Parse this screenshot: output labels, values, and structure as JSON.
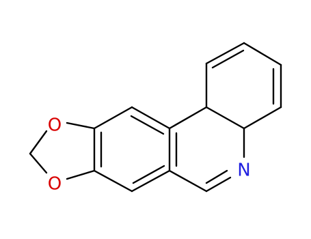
{
  "molecule": {
    "atoms": [
      {
        "id": "O1",
        "symbol": "O",
        "color": "#d90000"
      },
      {
        "id": "O2",
        "symbol": "O",
        "color": "#d90000"
      },
      {
        "id": "N1",
        "symbol": "N",
        "color": "#2020e0"
      }
    ],
    "bond_color": "#000000",
    "background": "#ffffff"
  }
}
